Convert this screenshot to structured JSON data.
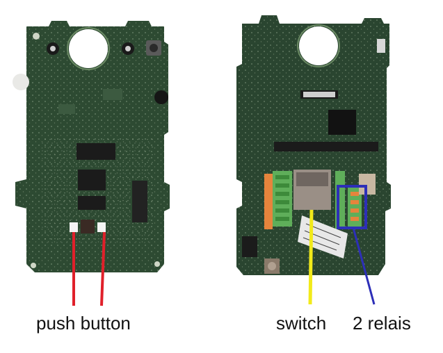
{
  "captions": {
    "push_button": "push button",
    "switch": "switch",
    "relays": "2 relais"
  },
  "colors": {
    "pcb_green": "#2d4a32",
    "pcb_dark": "#1f3524",
    "terminal_green": "#5fae5a",
    "terminal_orange": "#e6843c",
    "pointer_red": "#e0202a",
    "pointer_yellow": "#f2ea1a",
    "pointer_blue": "#2d2fb8",
    "background": "#ffffff"
  }
}
